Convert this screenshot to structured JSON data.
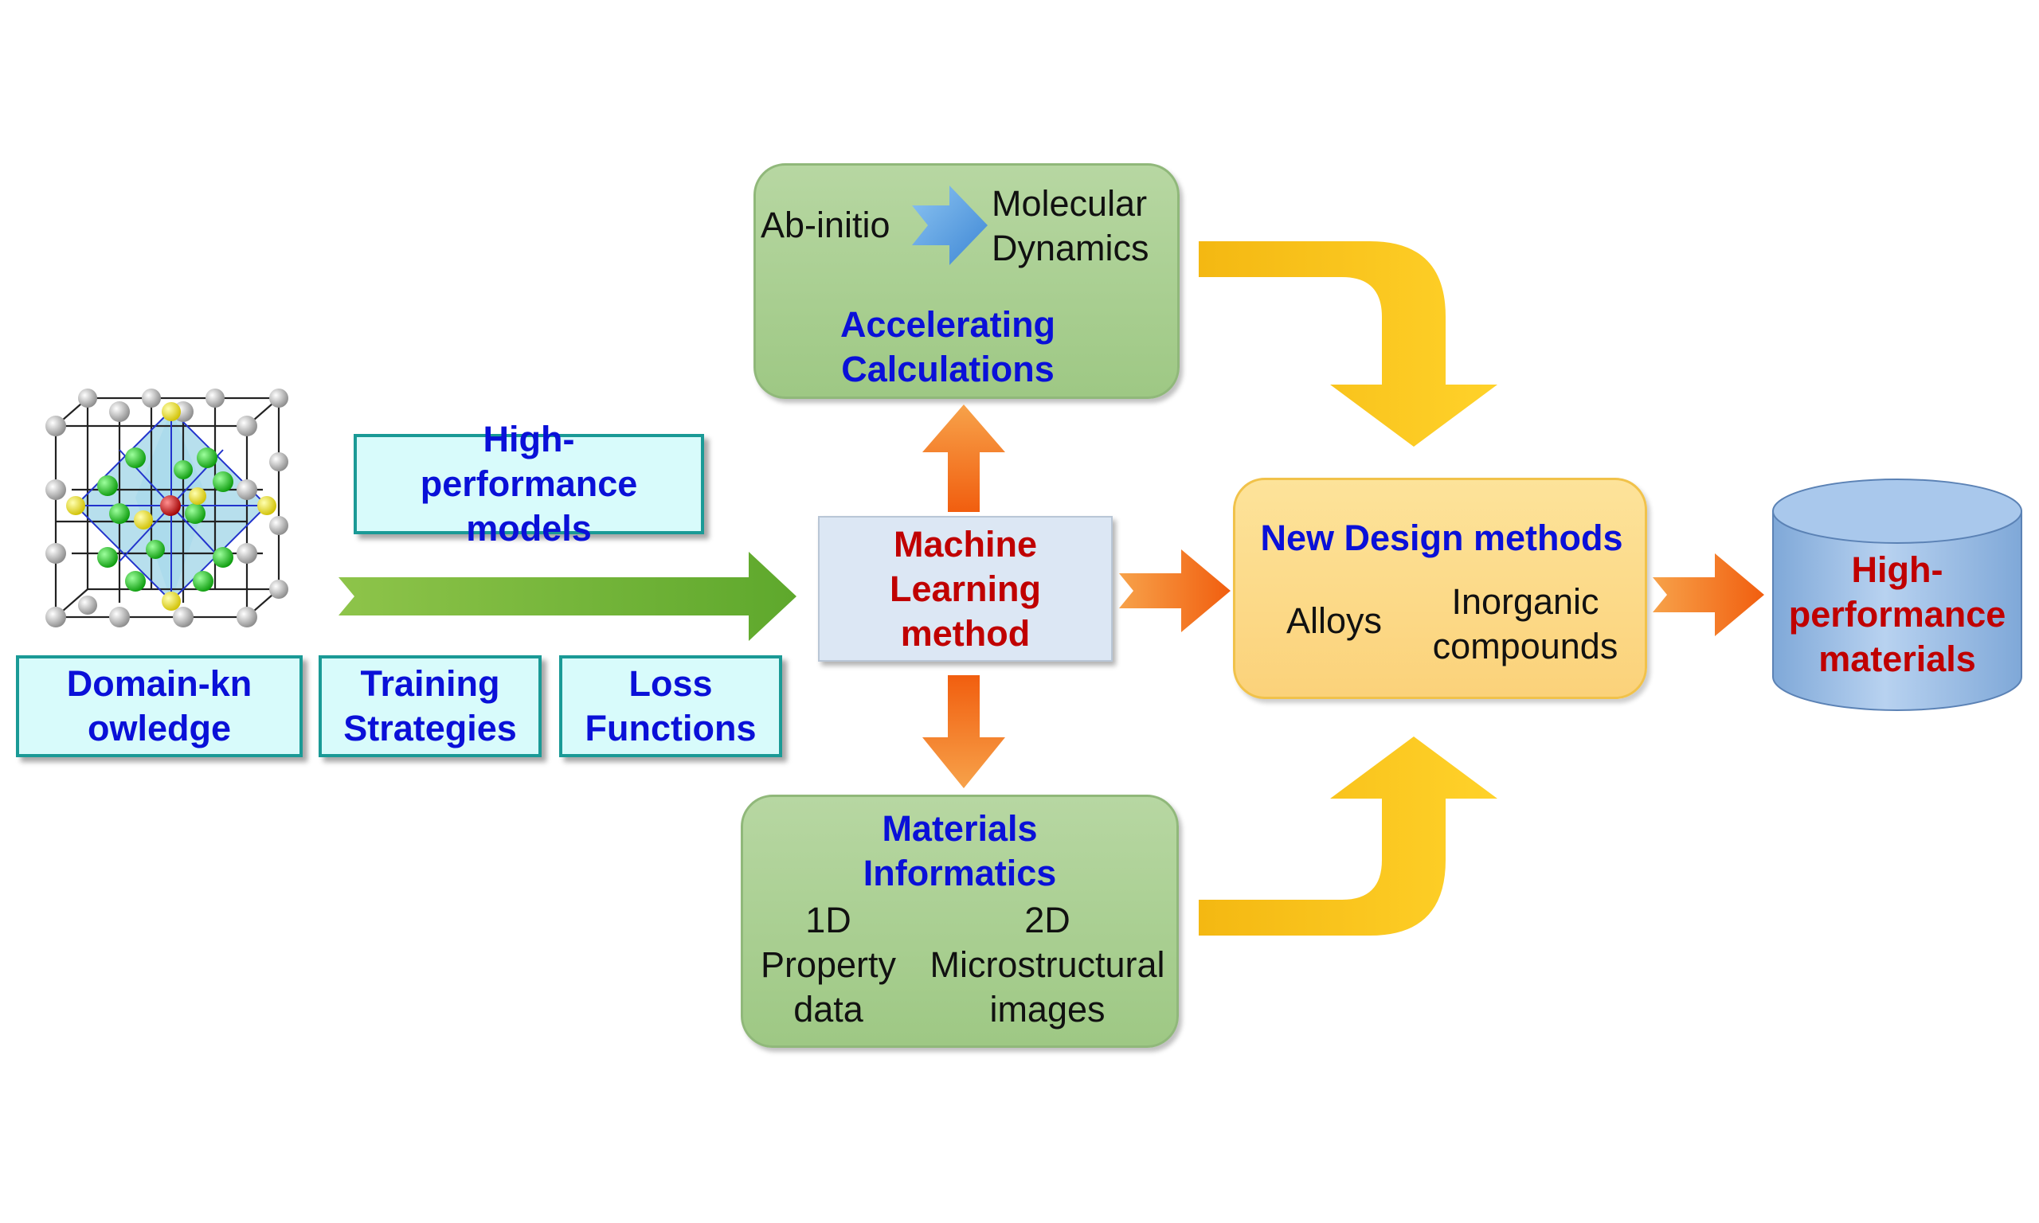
{
  "inputs": {
    "high_performance_models": "High-performance models",
    "domain_knowledge": "Domain-knowledge",
    "training_strategies": "Training Strategies",
    "loss_functions": "Loss Functions"
  },
  "center": {
    "label": "Machine Learning method"
  },
  "accelerating": {
    "from": "Ab-initio",
    "to": "Molecular Dynamics",
    "title": "Accelerating Calculations"
  },
  "informatics": {
    "title": "Materials Informatics",
    "left": "1D Property data",
    "right": "2D Microstructural images"
  },
  "design": {
    "title": "New Design methods",
    "left": "Alloys",
    "right": "Inorganic compounds"
  },
  "output": {
    "label": "High-performance materials"
  },
  "colors": {
    "label_blue": "#0a10d8",
    "label_red": "#c00000",
    "cyan_fill": "#d8fbfb",
    "cyan_border": "#1a9a96",
    "green_box": "#a9cf90",
    "orange_arrow": "#f47c20",
    "yellow_arrow": "#f6c21a",
    "design_fill": "#fcd98a",
    "cylinder_fill": "#9dbfe6"
  }
}
